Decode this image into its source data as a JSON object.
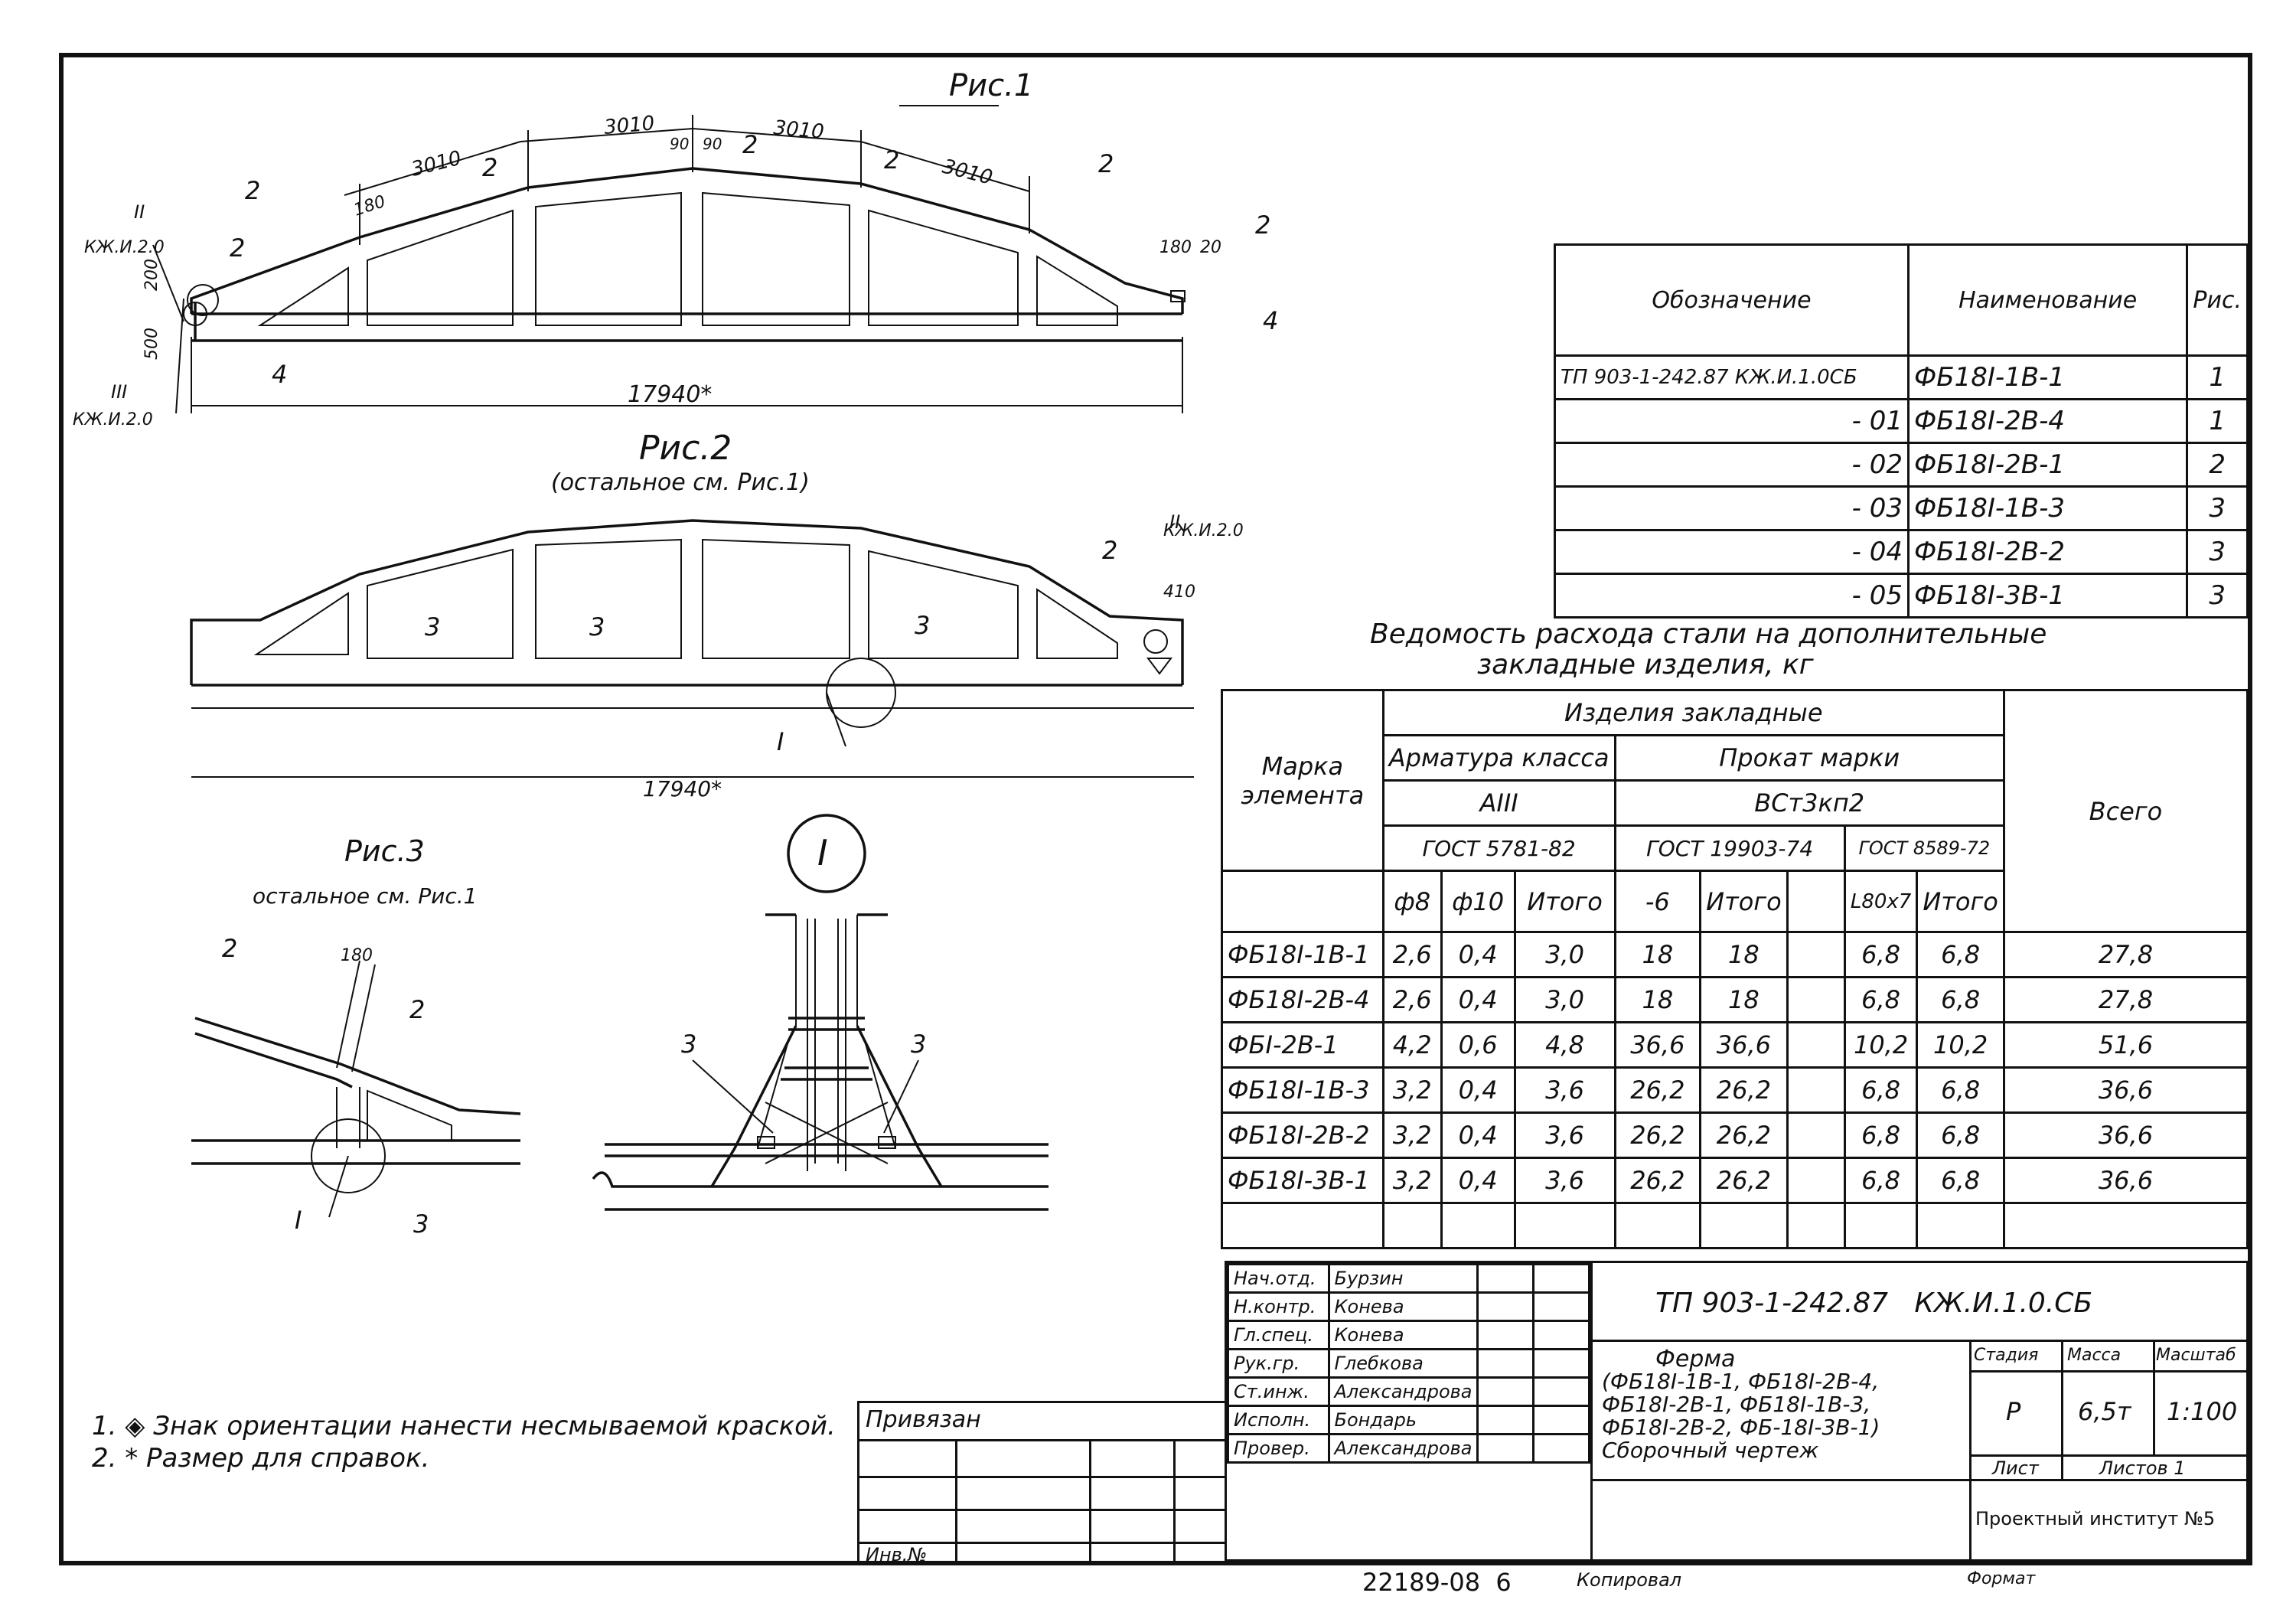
{
  "figures": {
    "fig1": {
      "title": "Рис.1",
      "dims": [
        "3010",
        "3010",
        "3010",
        "3010",
        "180",
        "180",
        "20",
        "200",
        "500",
        "17940*",
        "90",
        "90"
      ],
      "callouts": [
        "2",
        "2",
        "2",
        "2",
        "2",
        "2",
        "2",
        "4",
        "4"
      ],
      "refs": [
        "II",
        "КЖ.И.2.0",
        "III",
        "КЖ.И.2.0"
      ]
    },
    "fig2": {
      "title": "Рис.2",
      "subtitle": "(остальное см. Рис.1)",
      "dims": [
        "410",
        "17940*"
      ],
      "callouts": [
        "3",
        "3",
        "3",
        "2",
        "I"
      ],
      "refs": [
        "II",
        "КЖ.И.2.0"
      ]
    },
    "fig3": {
      "title": "Рис.3",
      "subtitle": "остальное см. Рис.1",
      "dims": [
        "180"
      ],
      "callouts": [
        "2",
        "2",
        "3",
        "I"
      ]
    },
    "detail": {
      "label": "I",
      "callouts": [
        "3",
        "3"
      ]
    }
  },
  "spec_table": {
    "headers": [
      "Обозначение",
      "Наименование",
      "Рис."
    ],
    "rows": [
      [
        "ТП 903-1-242.87 КЖ.И.1.0СБ",
        "ФБ18I-1В-1",
        "1"
      ],
      [
        "- 01",
        "ФБ18I-2В-4",
        "1"
      ],
      [
        "- 02",
        "ФБ18I-2В-1",
        "2"
      ],
      [
        "- 03",
        "ФБ18I-1В-3",
        "3"
      ],
      [
        "- 04",
        "ФБ18I-2В-2",
        "3"
      ],
      [
        "- 05",
        "ФБ18I-3В-1",
        "3"
      ]
    ]
  },
  "steel_table": {
    "title_line1": "Ведомость расхода стали на дополнительные",
    "title_line2": "закладные изделия, кг",
    "h_mark": "Марка элемента",
    "h_items": "Изделия закладные",
    "h_rebar": "Арматура класса",
    "h_rebar_class": "AIII",
    "h_rebar_gost": "ГОСТ 5781-82",
    "h_rolled": "Прокат марки",
    "h_rolled_grade": "ВСт3кп2",
    "h_gost1": "ГОСТ 19903-74",
    "h_gost2": "ГОСТ 8589-72",
    "h_total": "Всего",
    "sub": [
      "ф8",
      "ф10",
      "Итого",
      "-6",
      "Итого",
      "",
      "L80х7",
      "Итого"
    ],
    "rows": [
      [
        "ФБ18I-1В-1",
        "2,6",
        "0,4",
        "3,0",
        "18",
        "18",
        "",
        "6,8",
        "6,8",
        "27,8"
      ],
      [
        "ФБ18I-2В-4",
        "2,6",
        "0,4",
        "3,0",
        "18",
        "18",
        "",
        "6,8",
        "6,8",
        "27,8"
      ],
      [
        "ФБI-2В-1",
        "4,2",
        "0,6",
        "4,8",
        "36,6",
        "36,6",
        "",
        "10,2",
        "10,2",
        "51,6"
      ],
      [
        "ФБ18I-1В-3",
        "3,2",
        "0,4",
        "3,6",
        "26,2",
        "26,2",
        "",
        "6,8",
        "6,8",
        "36,6"
      ],
      [
        "ФБ18I-2В-2",
        "3,2",
        "0,4",
        "3,6",
        "26,2",
        "26,2",
        "",
        "6,8",
        "6,8",
        "36,6"
      ],
      [
        "ФБ18I-3В-1",
        "3,2",
        "0,4",
        "3,6",
        "26,2",
        "26,2",
        "",
        "6,8",
        "6,8",
        "36,6"
      ]
    ]
  },
  "notes": [
    "1. ◈ Знак ориентации нанести несмываемой краской.",
    "2. * Размер для справок."
  ],
  "stamp": {
    "bound_label": "Привязан",
    "inv_label": "Инв.№",
    "roles": [
      [
        "Нач.отд.",
        "Бурзин"
      ],
      [
        "Н.контр.",
        "Конева"
      ],
      [
        "Гл.спец.",
        "Конева"
      ],
      [
        "Рук.гр.",
        "Глебкова"
      ],
      [
        "Ст.инж.",
        "Александрова"
      ],
      [
        "Исполн.",
        "Бондарь"
      ],
      [
        "Провер.",
        "Александрова"
      ]
    ],
    "doc_code": "ТП 903-1-242.87   КЖ.И.1.0.СБ",
    "desc_line1": "Ферма",
    "desc_line2": "(ФБ18I-1В-1, ФБ18I-2В-4,",
    "desc_line3": "ФБ18I-2В-1, ФБ18I-1В-3,",
    "desc_line4": "ФБ18I-2В-2, ФБ-18I-3В-1)",
    "desc_line5": "Сборочный чертеж",
    "h_stage": "Стадия",
    "h_mass": "Масса",
    "h_scale": "Масштаб",
    "stage": "Р",
    "mass": "6,5т",
    "scale": "1:100",
    "sheet_label": "Лист",
    "sheets_label": "Листов 1",
    "institute": "Проектный институт №5",
    "number": "22189-08  6",
    "copied": "Копировал",
    "format": "Формат"
  }
}
